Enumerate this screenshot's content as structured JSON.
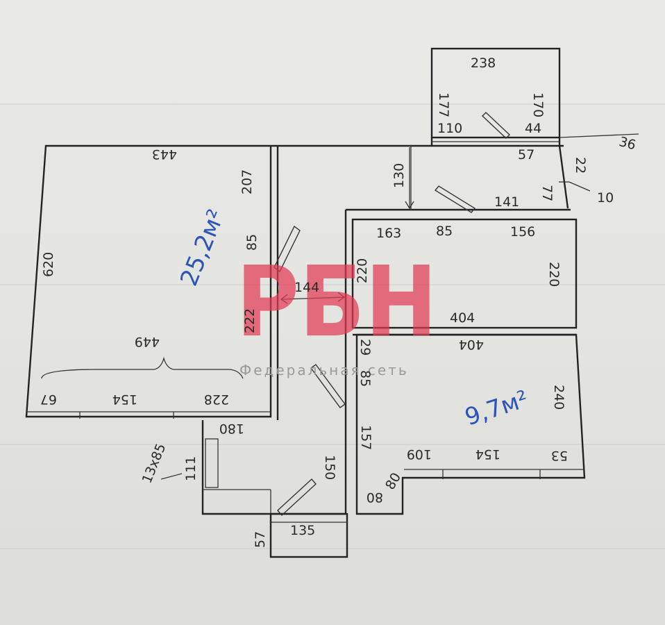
{
  "watermark": {
    "logo": "РБН",
    "subtitle": "Федеральная сеть"
  },
  "areas": {
    "large_room": "25,2м²",
    "small_room": "9,7м²"
  },
  "dimensions": {
    "top_room_top": "238",
    "top_room_left": "177",
    "top_room_right": "170",
    "top_room_bottom_left": "110",
    "top_room_bottom_right": "44",
    "top_room_corner": "36",
    "large_top": "443",
    "large_right_upper": "207",
    "large_left": "620",
    "large_door": "85",
    "large_right_lower": "222",
    "large_span": "449",
    "large_bottom_a": "67",
    "large_bottom_b": "154",
    "large_bottom_c": "228",
    "corridor_width": "144",
    "hall_height": "130",
    "hall_top": "57",
    "hall_right_a": "22",
    "hall_right_b": "77",
    "hall_right_c": "10",
    "hall_bottom": "141",
    "room_a_top_left": "163",
    "room_a_door": "85",
    "room_a_top_right": "156",
    "room_a_left": "220",
    "room_a_right": "220",
    "room_a_bottom": "404",
    "small_top": "404",
    "small_door_gap": "29",
    "small_door": "85",
    "small_left": "157",
    "small_right": "240",
    "small_bottom_a": "109",
    "small_bottom_b": "154",
    "small_bottom_c": "53",
    "small_corner": "80",
    "small_corner_b": "80",
    "entry_top": "180",
    "entry_niche": "111",
    "entry_niche_label": "13x85",
    "entry_right": "150",
    "balcony_left": "57",
    "balcony_width": "135"
  }
}
